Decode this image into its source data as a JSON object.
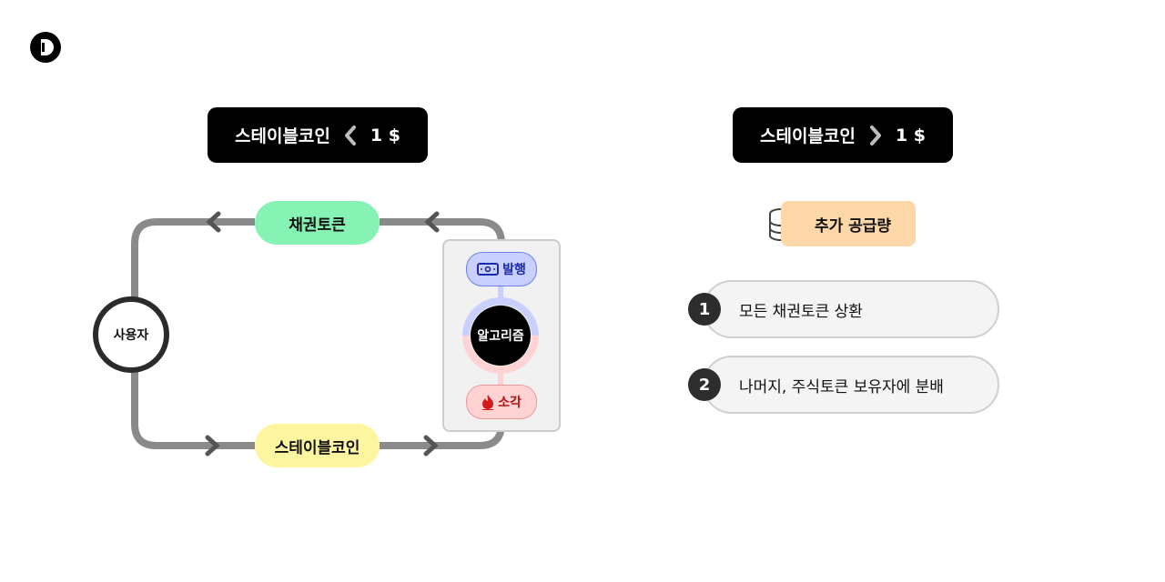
{
  "logo": {
    "icon": "d-logo-icon"
  },
  "left_panel": {
    "price_label": "스테이블코인",
    "price_value": "1 $",
    "comparison_icon": "less-than-chevron-icon"
  },
  "right_panel": {
    "price_label": "스테이블코인",
    "price_value": "1 $",
    "comparison_icon": "greater-than-chevron-icon",
    "supply_icon": "database-stack-icon",
    "supply_label": "추가 공급량",
    "steps": [
      {
        "number": "1",
        "text": "모든 채권토큰 상환"
      },
      {
        "number": "2",
        "text": "나머지, 주식토큰 보유자에 분배"
      }
    ]
  },
  "diagram": {
    "user_label": "사용자",
    "bond_token_label": "채권토큰",
    "stablecoin_label": "스테이블코인",
    "algorithm_label": "알고리즘",
    "issue_label": "발행",
    "issue_icon": "banknote-icon",
    "burn_label": "소각",
    "burn_icon": "flame-icon"
  },
  "colors": {
    "bond_token": "#86f2b4",
    "stablecoin": "#fdf59f",
    "issue": "#c9d0ff",
    "burn": "#ffd3d3",
    "supply": "#fed7a8",
    "flow_line": "#8a8a8a"
  }
}
